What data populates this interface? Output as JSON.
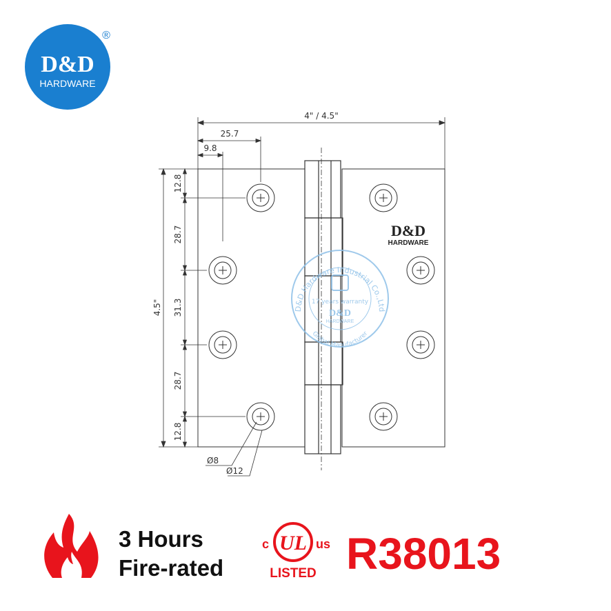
{
  "brand": {
    "line1": "D&D",
    "line2": "HARDWARE",
    "registered_mark": "®",
    "color": "#1a7fd0"
  },
  "drawing": {
    "dimensions": {
      "overall_width": "4\" / 4.5\"",
      "hole_offset_outer": "25.7",
      "hole_offset_inner": "9.8",
      "height": "4.5\"",
      "vertical_segments": [
        "12.8",
        "28.7",
        "31.3",
        "28.7",
        "12.8"
      ],
      "inner_hole_diameter": "Ø8",
      "outer_hole_diameter": "Ø12"
    },
    "leaf_brand": {
      "line1": "D&D",
      "line2": "HARDWARE"
    },
    "watermark": {
      "arc_text": "D&D Hardware Industrial Co.,Ltd",
      "arc_text_bottom": "Global Manufacturer",
      "center_line": "17 years warranty",
      "logo_line1": "D&D",
      "logo_line2": "HARDWARE",
      "color": "#8ec0e8"
    }
  },
  "footer": {
    "fire_line1": "3 Hours",
    "fire_line2": "Fire-rated",
    "ul_left": "c",
    "ul_right": "us",
    "ul_mark": "UL",
    "ul_listed": "LISTED",
    "model": "R38013",
    "accent_color": "#e8141c"
  }
}
